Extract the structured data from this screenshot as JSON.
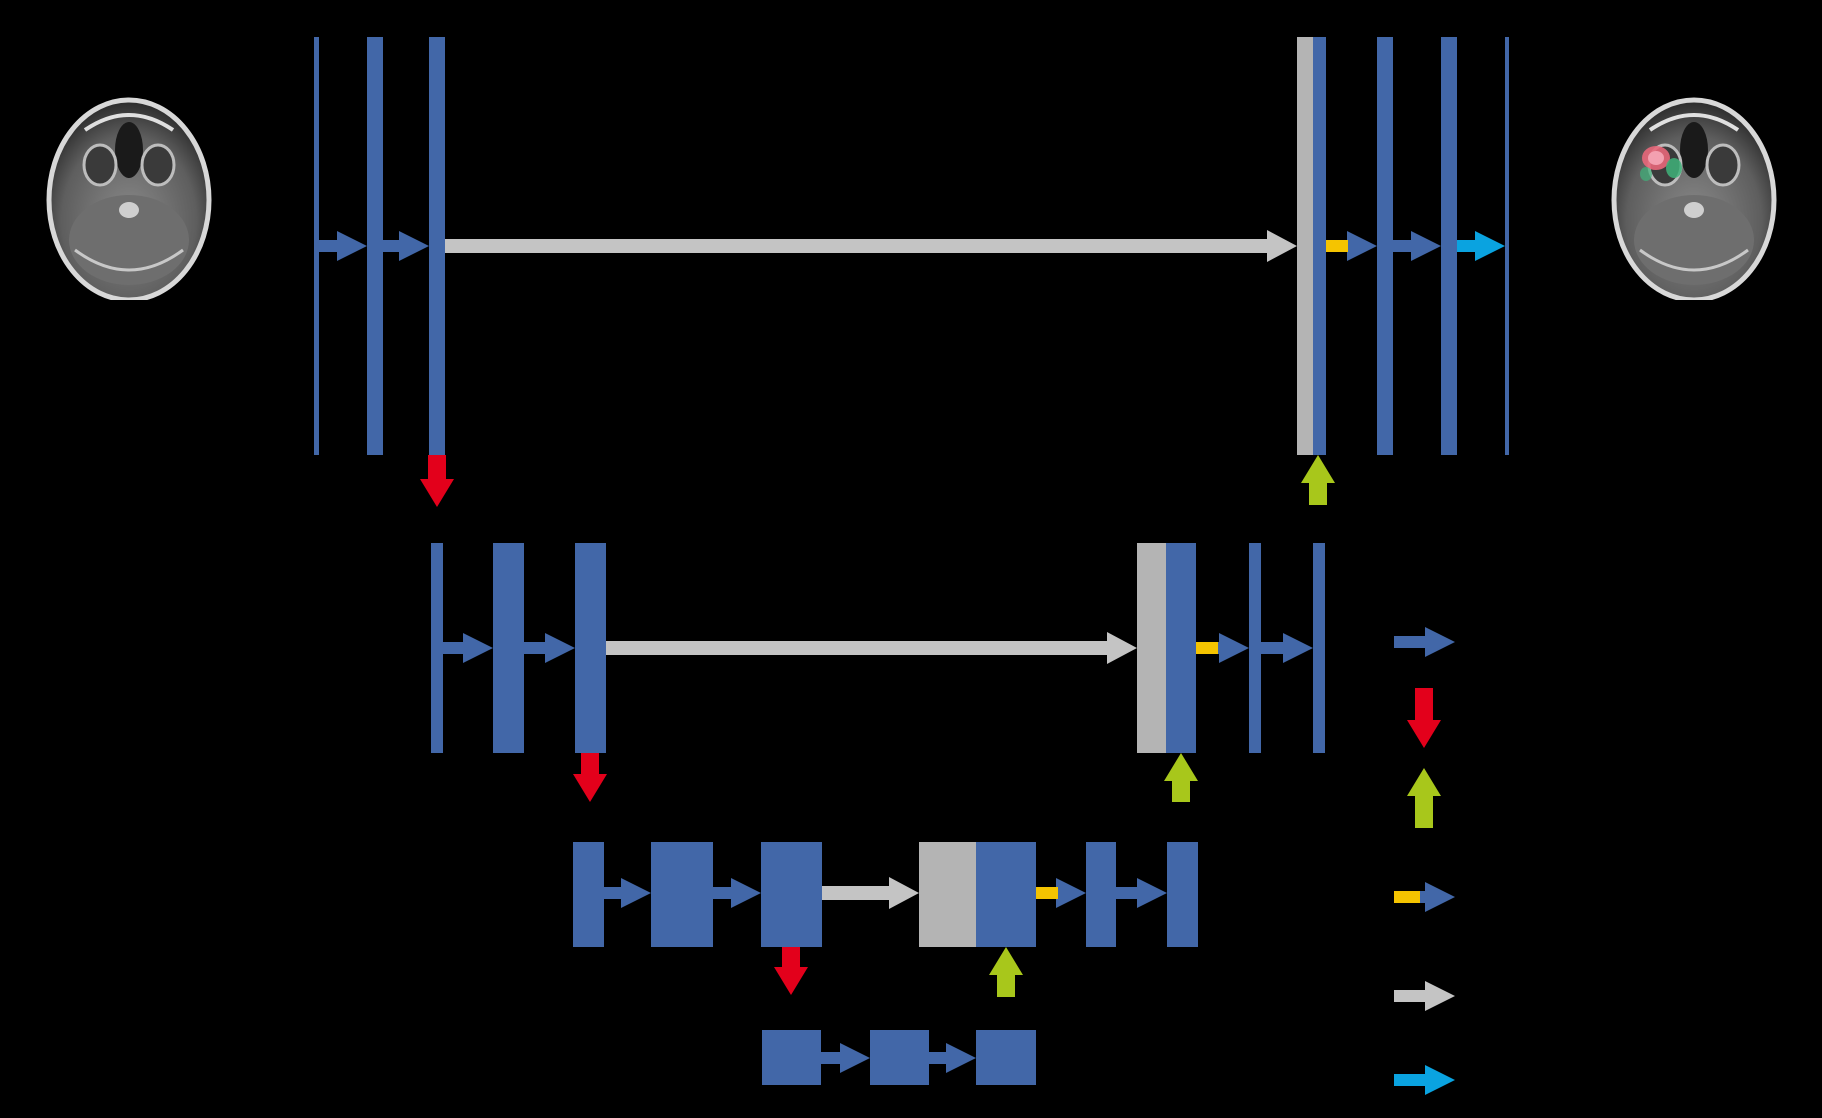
{
  "colors": {
    "background": "#000000",
    "block": "#4267A8",
    "concat": "#B4B4B4",
    "skip_arrow": "#C4C4C4",
    "downsample": "#E3001B",
    "upsample": "#A8C71B",
    "conv_1x1": "#F5C400",
    "conv_arrow": "#4267A8",
    "output_arrow": "#0AA3E0"
  },
  "icons": {
    "input": "mri-scan-input-icon",
    "output": "mri-scan-segmented-output-icon"
  },
  "legend": {
    "items": [
      {
        "name": "conv-arrow",
        "color": "#4267A8"
      },
      {
        "name": "downsample-arrow",
        "color": "#E3001B"
      },
      {
        "name": "upsample-arrow",
        "color": "#A8C71B"
      },
      {
        "name": "conv1x1-arrow",
        "color": "#F5C400"
      },
      {
        "name": "skip-connection-arrow",
        "color": "#C4C4C4"
      },
      {
        "name": "output-arrow",
        "color": "#0AA3E0"
      }
    ]
  }
}
